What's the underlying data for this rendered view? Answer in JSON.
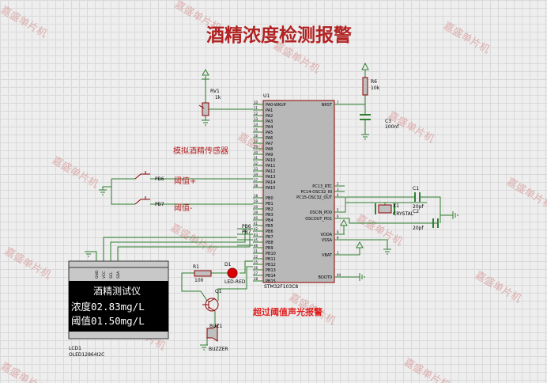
{
  "title": "酒精浓度检测报警",
  "labels": {
    "sensor": "模拟酒精传感器",
    "threshold_up": "阈值+",
    "threshold_down": "阈值-",
    "alarm": "超过阈值声光报警"
  },
  "watermark": "嘉盛单片机",
  "mcu": {
    "ref": "U1",
    "part": "STM32F103C8",
    "left_pins": [
      "PA0-WKUP",
      "PA1",
      "PA2",
      "PA3",
      "PA4",
      "PA5",
      "PA6",
      "PA7",
      "PA8",
      "PA9",
      "PA10",
      "PA11",
      "PA12",
      "PA13",
      "PA14",
      "PA15",
      "PB0",
      "PB1",
      "PB2",
      "PB3",
      "PB4",
      "PB5",
      "PB6",
      "PB7",
      "PB8",
      "PB9",
      "PB10",
      "PB11",
      "PB12",
      "PB13",
      "PB14",
      "PB15"
    ],
    "left_nums": [
      "10",
      "11",
      "12",
      "13",
      "14",
      "15",
      "16",
      "17",
      "29",
      "30",
      "31",
      "32",
      "33",
      "34",
      "37",
      "38",
      "18",
      "19",
      "20",
      "39",
      "40",
      "41",
      "42",
      "43",
      "45",
      "46",
      "21",
      "22",
      "25",
      "26",
      "27",
      "28"
    ],
    "right_pins": [
      "NRST",
      "PC13_RTC",
      "PC14-OSC32_IN",
      "PC15-OSC32_OUT",
      "OSCIN_PD0",
      "OSCOUT_PD1",
      "VDDA",
      "VSSA",
      "VBAT",
      "BOOT0"
    ],
    "right_nums": [
      "7",
      "2",
      "3",
      "4",
      "5",
      "6",
      "9",
      "8",
      "1",
      "44"
    ]
  },
  "components": {
    "rv1": {
      "ref": "RV1",
      "value": "1k"
    },
    "r6": {
      "ref": "R6",
      "value": "10k"
    },
    "c3": {
      "ref": "C3",
      "value": "100nf"
    },
    "c1": {
      "ref": "C1",
      "value": "20pf"
    },
    "c2": {
      "ref": "C2",
      "value": "20pf"
    },
    "x1": {
      "ref": "X1",
      "value": "CRYSTAL"
    },
    "r1": {
      "ref": "R1",
      "value": "100"
    },
    "d1": {
      "ref": "D1",
      "value": "LED-RED"
    },
    "q1": {
      "ref": "Q1"
    },
    "buz1": {
      "ref": "BUZ1",
      "value": "BUZZER"
    },
    "lcd1": {
      "ref": "LCD1",
      "value": "OLED12864I2C"
    }
  },
  "net_labels": {
    "pb6": "PB6",
    "pb7": "PB7"
  },
  "lcd_pins": [
    "GND",
    "VCC",
    "SCL",
    "SDA"
  ],
  "oled": {
    "line1": "酒精测试仪",
    "line2": "浓度02.83mg/L",
    "line3": "阈值01.50mg/L"
  },
  "colors": {
    "wire": "#2f7f2f",
    "title": "#b22222",
    "oled_bg": "#000000",
    "oled_text": "#ffffff",
    "chip": "#b8b8b8"
  }
}
